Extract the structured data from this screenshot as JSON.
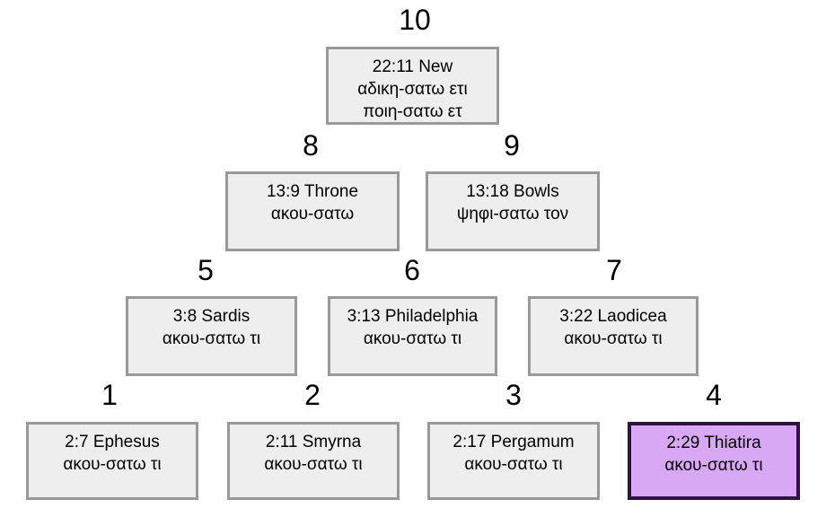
{
  "diagram": {
    "title": "",
    "colors": {
      "box_fill": "#eeeeee",
      "box_border": "#999999",
      "highlight_fill": "#d9a8f5",
      "highlight_border": "#2e1244",
      "text": "#000000",
      "background": "#ffffff"
    },
    "nodes": [
      {
        "number": "1",
        "ref": "2:7 Ephesus",
        "greek": "ακου-σατω τι",
        "extra": "",
        "highlighted": false
      },
      {
        "number": "2",
        "ref": "2:11 Smyrna",
        "greek": "ακου-σατω τι",
        "extra": "",
        "highlighted": false
      },
      {
        "number": "3",
        "ref": "2:17 Pergamum",
        "greek": "ακου-σατω τι",
        "extra": "",
        "highlighted": false
      },
      {
        "number": "4",
        "ref": "2:29 Thiatira",
        "greek": "ακου-σατω τι",
        "extra": "",
        "highlighted": true
      },
      {
        "number": "5",
        "ref": "3:8 Sardis",
        "greek": "ακου-σατω τι",
        "extra": "",
        "highlighted": false
      },
      {
        "number": "6",
        "ref": "3:13 Philadelphia",
        "greek": "ακου-σατω τι",
        "extra": "",
        "highlighted": false
      },
      {
        "number": "7",
        "ref": "3:22 Laodicea",
        "greek": "ακου-σατω τι",
        "extra": "",
        "highlighted": false
      },
      {
        "number": "8",
        "ref": "13:9 Throne",
        "greek": "ακου-σατω",
        "extra": "",
        "highlighted": false
      },
      {
        "number": "9",
        "ref": "13:18 Bowls",
        "greek": "ψηφι-σατω τον",
        "extra": "",
        "highlighted": false
      },
      {
        "number": "10",
        "ref": "22:11 New",
        "greek": "αδικη-σατω ετι",
        "extra": "ποιη-σατω ετ",
        "highlighted": false
      }
    ]
  }
}
